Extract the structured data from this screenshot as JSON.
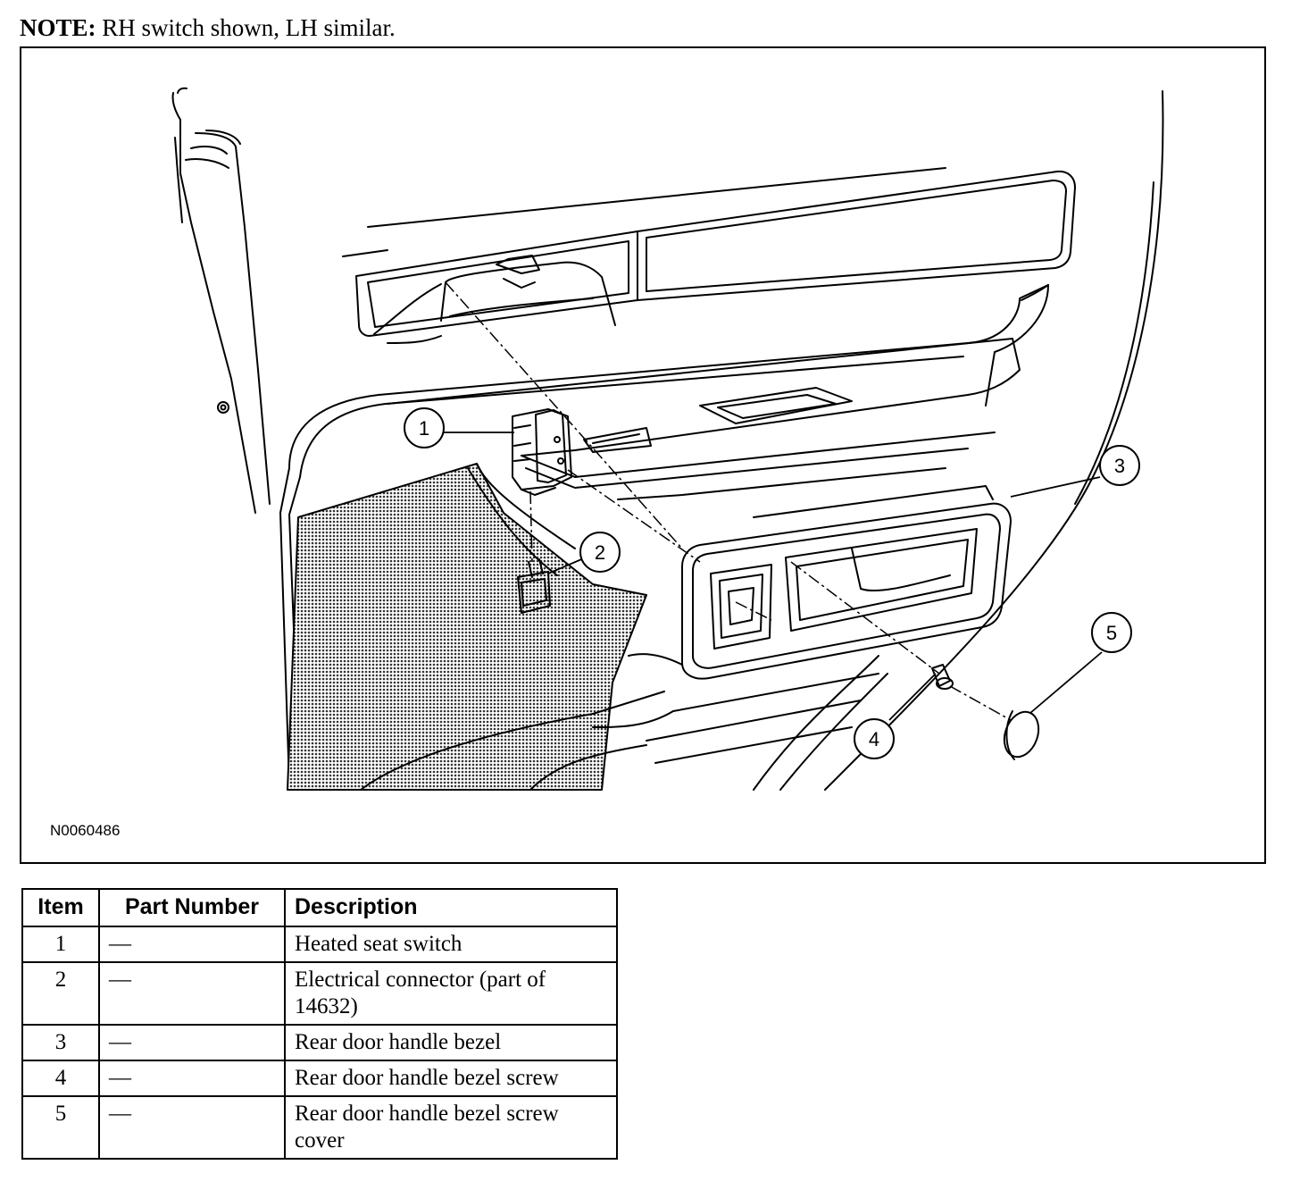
{
  "note": {
    "label": "NOTE:",
    "text": "RH switch shown, LH similar."
  },
  "figure": {
    "id": "N0060486",
    "callouts": [
      "1",
      "2",
      "3",
      "4",
      "5"
    ]
  },
  "table": {
    "headers": [
      "Item",
      "Part Number",
      "Description"
    ],
    "rows": [
      {
        "item": "1",
        "part": "—",
        "desc": "Heated seat switch"
      },
      {
        "item": "2",
        "part": "—",
        "desc": "Electrical connector (part of 14632)"
      },
      {
        "item": "3",
        "part": "—",
        "desc": "Rear door handle bezel"
      },
      {
        "item": "4",
        "part": "—",
        "desc": "Rear door handle bezel screw"
      },
      {
        "item": "5",
        "part": "—",
        "desc": "Rear door handle bezel screw cover"
      }
    ]
  }
}
